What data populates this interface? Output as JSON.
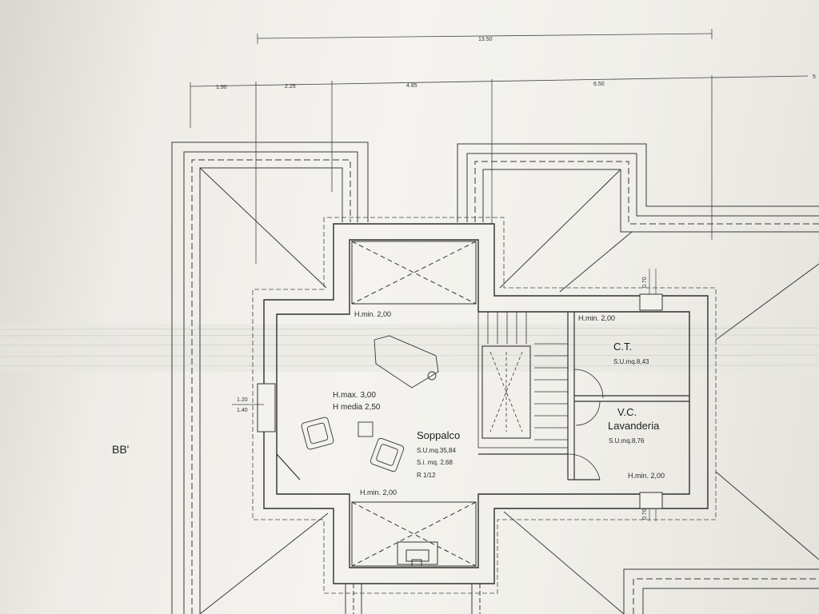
{
  "dimensions": {
    "overall": "13.50",
    "d1": "1.90",
    "d2": "2.25",
    "d3": "4.85",
    "d4": "6.50",
    "d5": "5"
  },
  "section_mark": "BB'",
  "side_dims": {
    "a": "1.20",
    "b": "1.40"
  },
  "top_dim_right": "0.70",
  "bottom_dim_right": "0.70",
  "labels": {
    "hmin_top_left": "H.min. 2,00",
    "hmin_top_right": "H.min. 2,00",
    "hmax": "H.max. 3,00",
    "hmedia": "H media 2,50",
    "hmin_bottom_left": "H.min. 2,00",
    "hmin_bottom_right": "H.min. 2,00"
  },
  "rooms": {
    "soppalco": {
      "name": "Soppalco",
      "su": "S.U.mq.35,84",
      "si": "S.i. mq. 2,68",
      "r": "R 1/12"
    },
    "ct": {
      "name": "C.T.",
      "su": "S.U.mq.8,43"
    },
    "vc": {
      "name1": "V.C.",
      "name2": "Lavanderia",
      "su": "S.U.mq.8,76"
    }
  },
  "colors": {
    "line": "#333333",
    "paper": "#f2f1ec"
  }
}
